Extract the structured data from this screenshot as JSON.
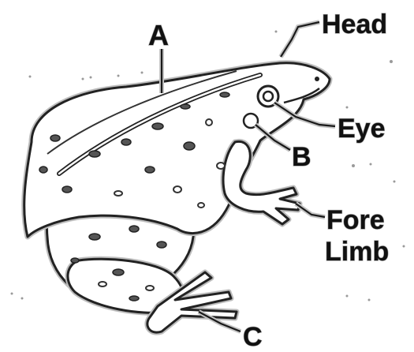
{
  "diagram": {
    "subject": "frog",
    "labels": {
      "a": "A",
      "head": "Head",
      "eye": "Eye",
      "b": "B",
      "fore_limb_line1": "Fore",
      "fore_limb_line2": "Limb",
      "c": "C"
    }
  }
}
